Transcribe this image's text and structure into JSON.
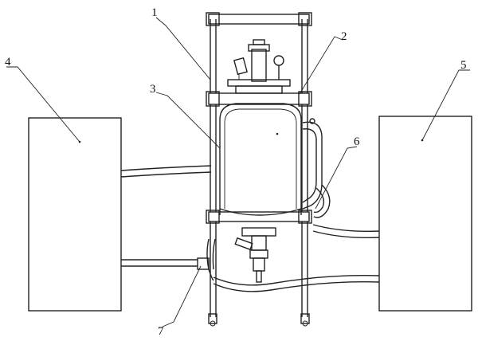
{
  "labels": {
    "l1": "1",
    "l2": "2",
    "l3": "3",
    "l4": "4",
    "l5": "5",
    "l6": "6",
    "l7": "7"
  },
  "colors": {
    "line": "#222222",
    "background": "#ffffff"
  }
}
